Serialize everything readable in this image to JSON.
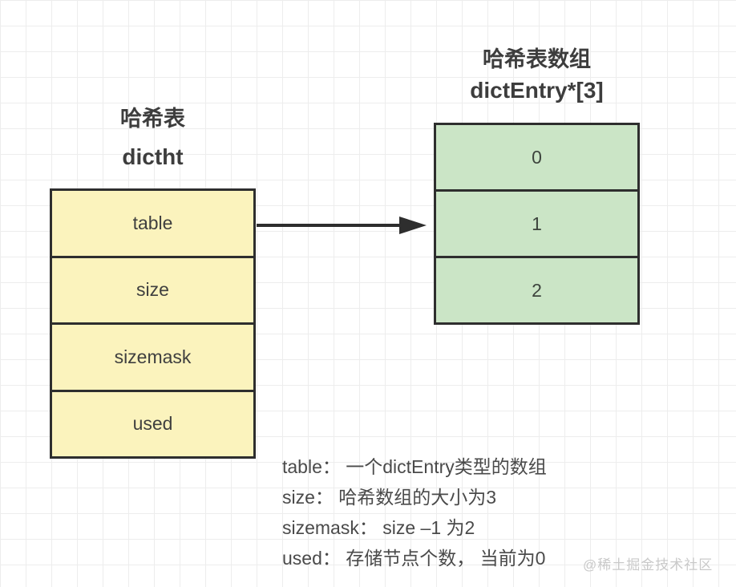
{
  "diagram": {
    "left": {
      "title_cn": "哈希表",
      "title_en": "dictht",
      "rows": [
        "table",
        "size",
        "sizemask",
        "used"
      ]
    },
    "right": {
      "title_cn": "哈希表数组",
      "title_en": "dictEntry*[3]",
      "rows": [
        "0",
        "1",
        "2"
      ]
    },
    "notes": [
      "table： 一个dictEntry类型的数组",
      "size： 哈希数组的大小为3",
      "sizemask： size –1 为2",
      "used： 存储节点个数， 当前为0"
    ],
    "watermark": "@稀土掘金技术社区",
    "colors": {
      "struct_fill": "#FBF3BD",
      "array_fill": "#CBE5C6",
      "border": "#2E2E2E",
      "grid_line": "#EDEDED",
      "title_text": "#3D3D3D",
      "note_text": "#4A4A4A",
      "watermark_text": "#C9C9C9"
    }
  }
}
